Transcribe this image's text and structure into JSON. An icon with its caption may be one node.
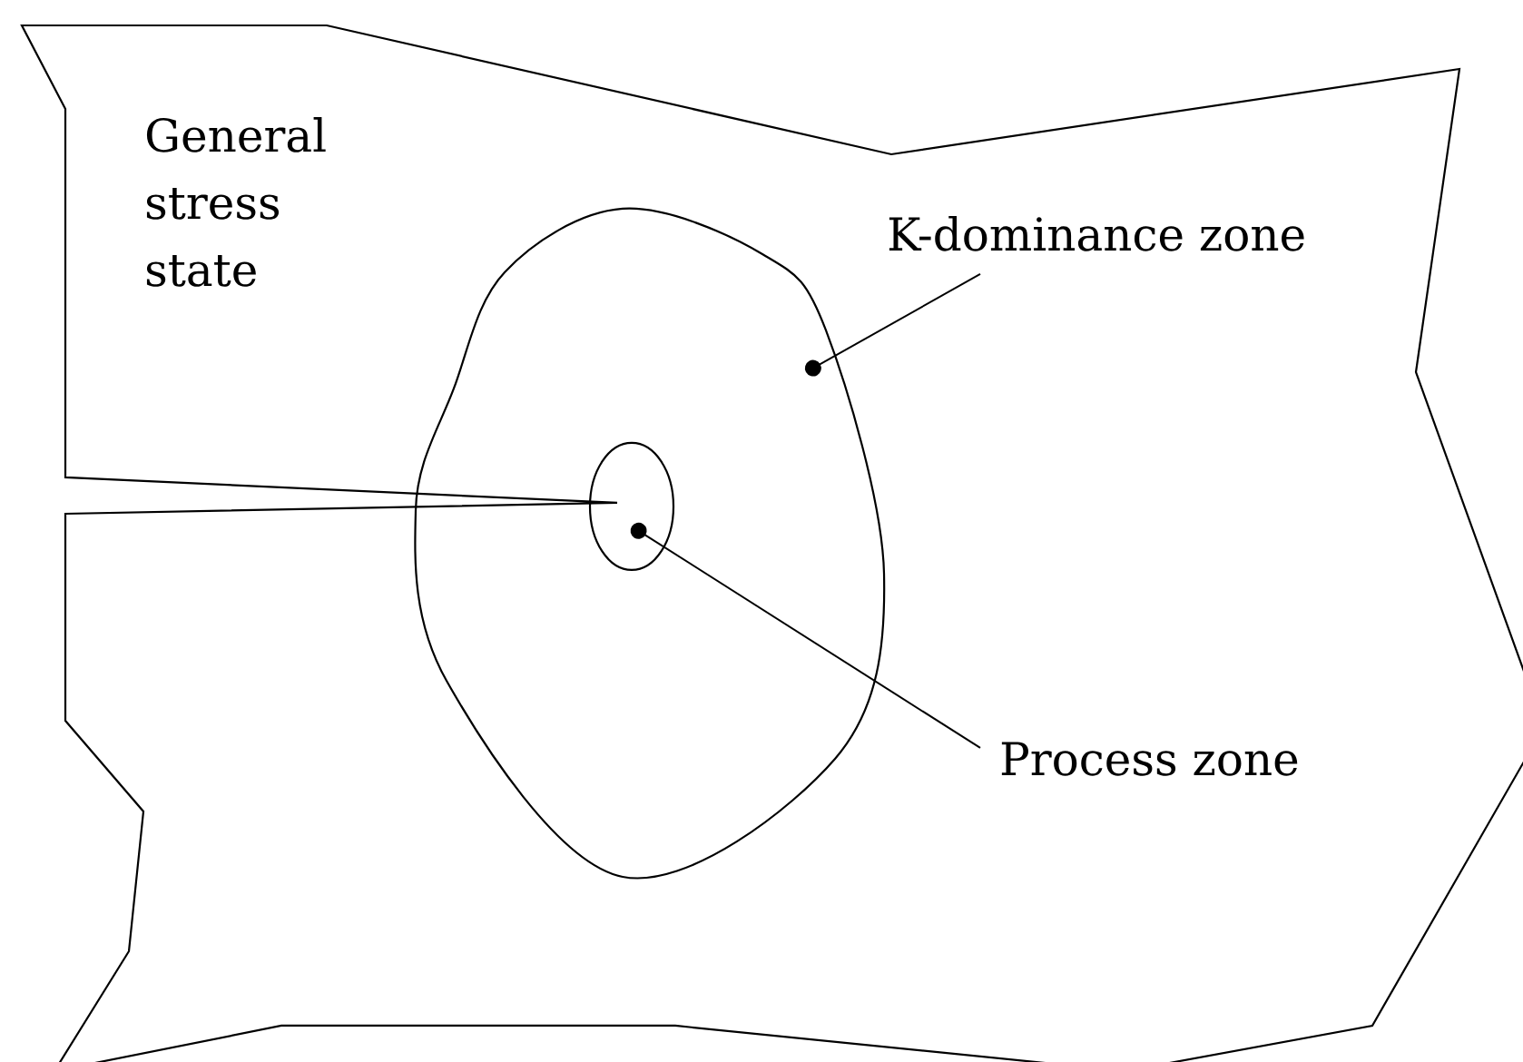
{
  "diagram": {
    "nodes": [
      {
        "text": [
          "General stress state"
        ]
      },
      {
        "text": [],
        "shape": "oval",
        "in": 0
      },
      {
        "text": [],
        "shape": "oval",
        "in": 1
      },
      {
        "text": [
          "K-dominance zone"
        ],
        "in": 0
      },
      {
        "text": [
          "Process zone"
        ],
        "in": 0
      }
    ],
    "edges": [
      {
        "from": 3,
        "to": 1,
        "arrow": "other"
      },
      {
        "from": 4,
        "to": 2,
        "arrow": "other"
      }
    ]
  }
}
